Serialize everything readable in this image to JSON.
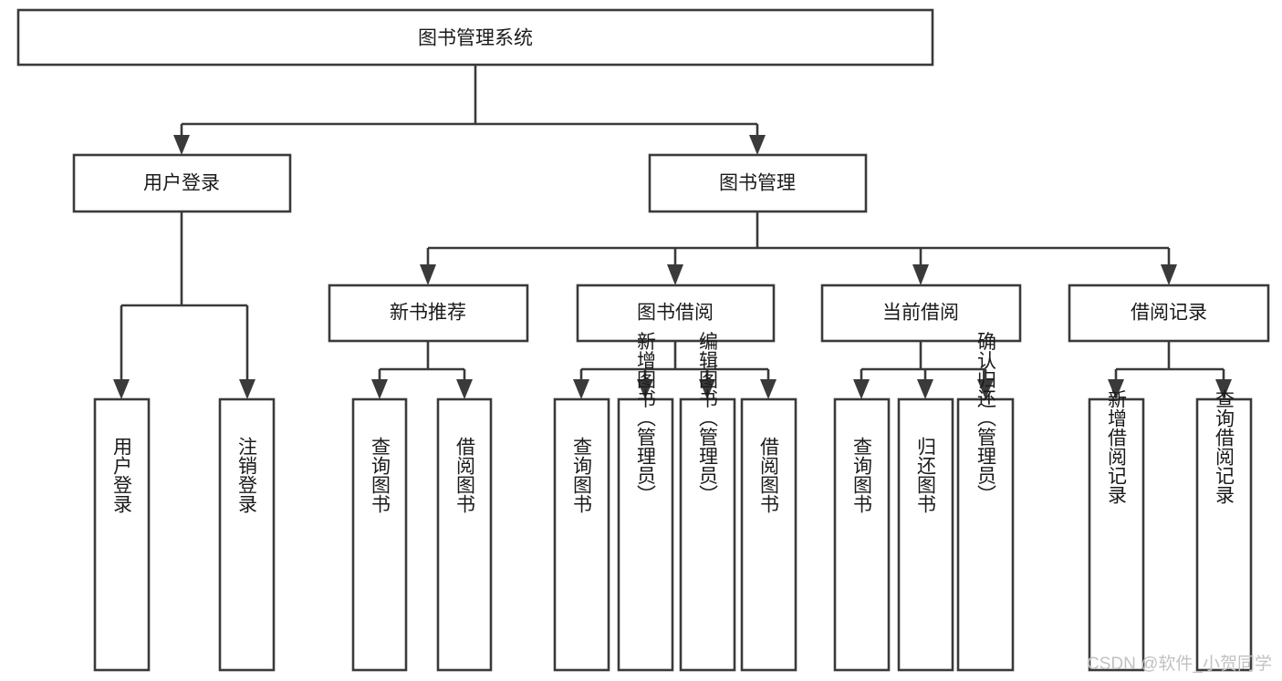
{
  "diagram": {
    "type": "tree-hierarchy",
    "title": "图书管理系统",
    "watermark": "CSDN @软件_小贺同学",
    "colors": {
      "background": "#ffffff",
      "box_stroke": "#3a3a3a",
      "box_fill": "#ffffff",
      "text": "#1a1a1a",
      "watermark": "#c2c2c2"
    },
    "levels": {
      "root": {
        "label": "图书管理系统"
      },
      "level1": [
        {
          "id": "user-login",
          "label": "用户登录"
        },
        {
          "id": "book-management",
          "label": "图书管理"
        }
      ],
      "level2": [
        {
          "id": "new-book-recommend",
          "label": "新书推荐",
          "parent": "book-management"
        },
        {
          "id": "book-borrow",
          "label": "图书借阅",
          "parent": "book-management"
        },
        {
          "id": "current-borrow",
          "label": "当前借阅",
          "parent": "book-management"
        },
        {
          "id": "borrow-record",
          "label": "借阅记录",
          "parent": "book-management"
        }
      ],
      "leaves": [
        {
          "id": "leaf-user-login",
          "label": "用户登录",
          "parent": "user-login"
        },
        {
          "id": "leaf-logout",
          "label": "注销登录",
          "parent": "user-login"
        },
        {
          "id": "leaf-query-book-1",
          "label": "查询图书",
          "parent": "new-book-recommend"
        },
        {
          "id": "leaf-borrow-book-1",
          "label": "借阅图书",
          "parent": "new-book-recommend"
        },
        {
          "id": "leaf-query-book-2",
          "label": "查询图书",
          "parent": "book-borrow"
        },
        {
          "id": "leaf-add-book",
          "label": "新增图书（管理员）",
          "parent": "book-borrow"
        },
        {
          "id": "leaf-edit-book",
          "label": "编辑图书（管理员）",
          "parent": "book-borrow"
        },
        {
          "id": "leaf-borrow-book-2",
          "label": "借阅图书",
          "parent": "book-borrow"
        },
        {
          "id": "leaf-query-book-3",
          "label": "查询图书",
          "parent": "current-borrow"
        },
        {
          "id": "leaf-return-book",
          "label": "归还图书",
          "parent": "current-borrow"
        },
        {
          "id": "leaf-confirm-return",
          "label": "确认归还（管理员）",
          "parent": "current-borrow"
        },
        {
          "id": "leaf-add-record",
          "label": "新增借阅记录",
          "parent": "borrow-record"
        },
        {
          "id": "leaf-query-record",
          "label": "查询借阅记录",
          "parent": "borrow-record"
        }
      ]
    }
  }
}
